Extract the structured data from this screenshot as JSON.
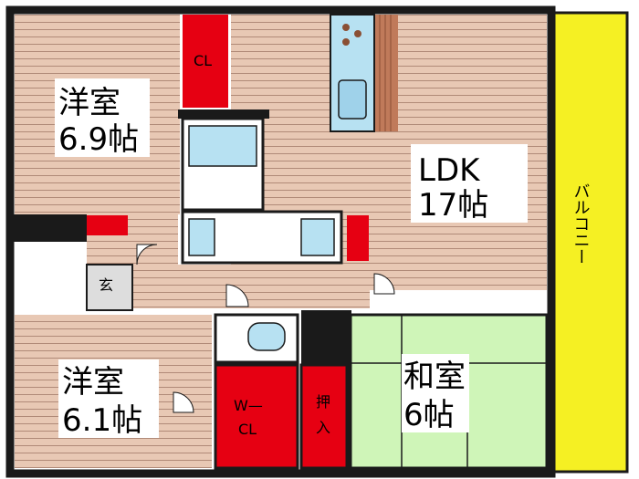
{
  "rooms": {
    "western1": {
      "name": "洋室",
      "size": "6.9帖"
    },
    "ldk": {
      "name": "LDK",
      "size": "17帖"
    },
    "western2": {
      "name": "洋室",
      "size": "6.1帖"
    },
    "japanese": {
      "name": "和室",
      "size": "6帖"
    },
    "entrance": {
      "name": "玄"
    },
    "closet": {
      "name": "CL"
    },
    "walkin": {
      "line1": "W—",
      "line2": "CL"
    },
    "oshiire": {
      "line1": "押",
      "line2": "入"
    },
    "balcony": {
      "name": "バルコニー"
    }
  },
  "colors": {
    "flooring": "#E8C8B4",
    "tatami": "#CFF5B8",
    "storage": "#E60012",
    "balcony": "#F5F023",
    "fixture": "#B7E1F2",
    "wall": "#1A1A1A"
  }
}
